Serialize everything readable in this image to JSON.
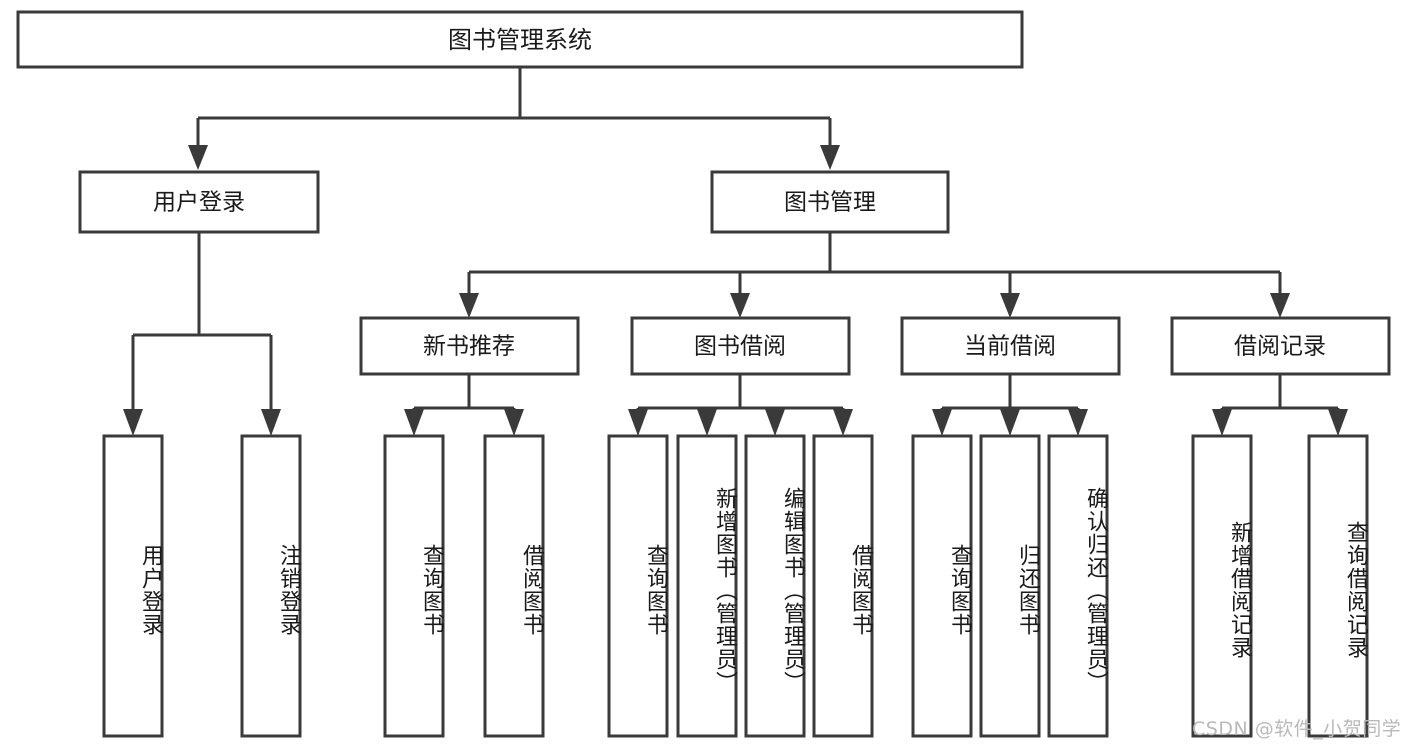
{
  "diagram": {
    "type": "tree-hierarchy",
    "title": "图书管理系统",
    "root": {
      "label": "图书管理系统"
    },
    "level2": [
      {
        "id": "user-login",
        "label": "用户登录"
      },
      {
        "id": "book-manage",
        "label": "图书管理"
      }
    ],
    "level3": [
      {
        "id": "new-book-recommend",
        "label": "新书推荐",
        "parent": "book-manage"
      },
      {
        "id": "book-borrow",
        "label": "图书借阅",
        "parent": "book-manage"
      },
      {
        "id": "current-borrow",
        "label": "当前借阅",
        "parent": "book-manage"
      },
      {
        "id": "borrow-record",
        "label": "借阅记录",
        "parent": "book-manage"
      }
    ],
    "leaves": [
      {
        "id": "leaf-user-login",
        "label": "用户登录",
        "parent": "user-login"
      },
      {
        "id": "leaf-logout-login",
        "label": "注销登录",
        "parent": "user-login"
      },
      {
        "id": "leaf-query-book-1",
        "label": "查询图书",
        "parent": "new-book-recommend"
      },
      {
        "id": "leaf-borrow-book-1",
        "label": "借阅图书",
        "parent": "new-book-recommend"
      },
      {
        "id": "leaf-query-book-2",
        "label": "查询图书",
        "parent": "book-borrow"
      },
      {
        "id": "leaf-add-book",
        "label": "新增图书（管理员）",
        "parent": "book-borrow"
      },
      {
        "id": "leaf-edit-book",
        "label": "编辑图书（管理员）",
        "parent": "book-borrow"
      },
      {
        "id": "leaf-borrow-book-2",
        "label": "借阅图书",
        "parent": "book-borrow"
      },
      {
        "id": "leaf-query-book-3",
        "label": "查询图书",
        "parent": "current-borrow"
      },
      {
        "id": "leaf-return-book",
        "label": "归还图书",
        "parent": "current-borrow"
      },
      {
        "id": "leaf-confirm-return",
        "label": "确认归还（管理员）",
        "parent": "current-borrow"
      },
      {
        "id": "leaf-add-record",
        "label": "新增借阅记录",
        "parent": "borrow-record"
      },
      {
        "id": "leaf-query-record",
        "label": "查询借阅记录",
        "parent": "borrow-record"
      }
    ],
    "watermark": "CSDN @软件_小贺同学",
    "colors": {
      "line": "#3a3a3a",
      "box_fill": "#ffffff",
      "text": "#1a1a1a",
      "watermark": "#b9b9b9",
      "background": "#ffffff"
    }
  }
}
